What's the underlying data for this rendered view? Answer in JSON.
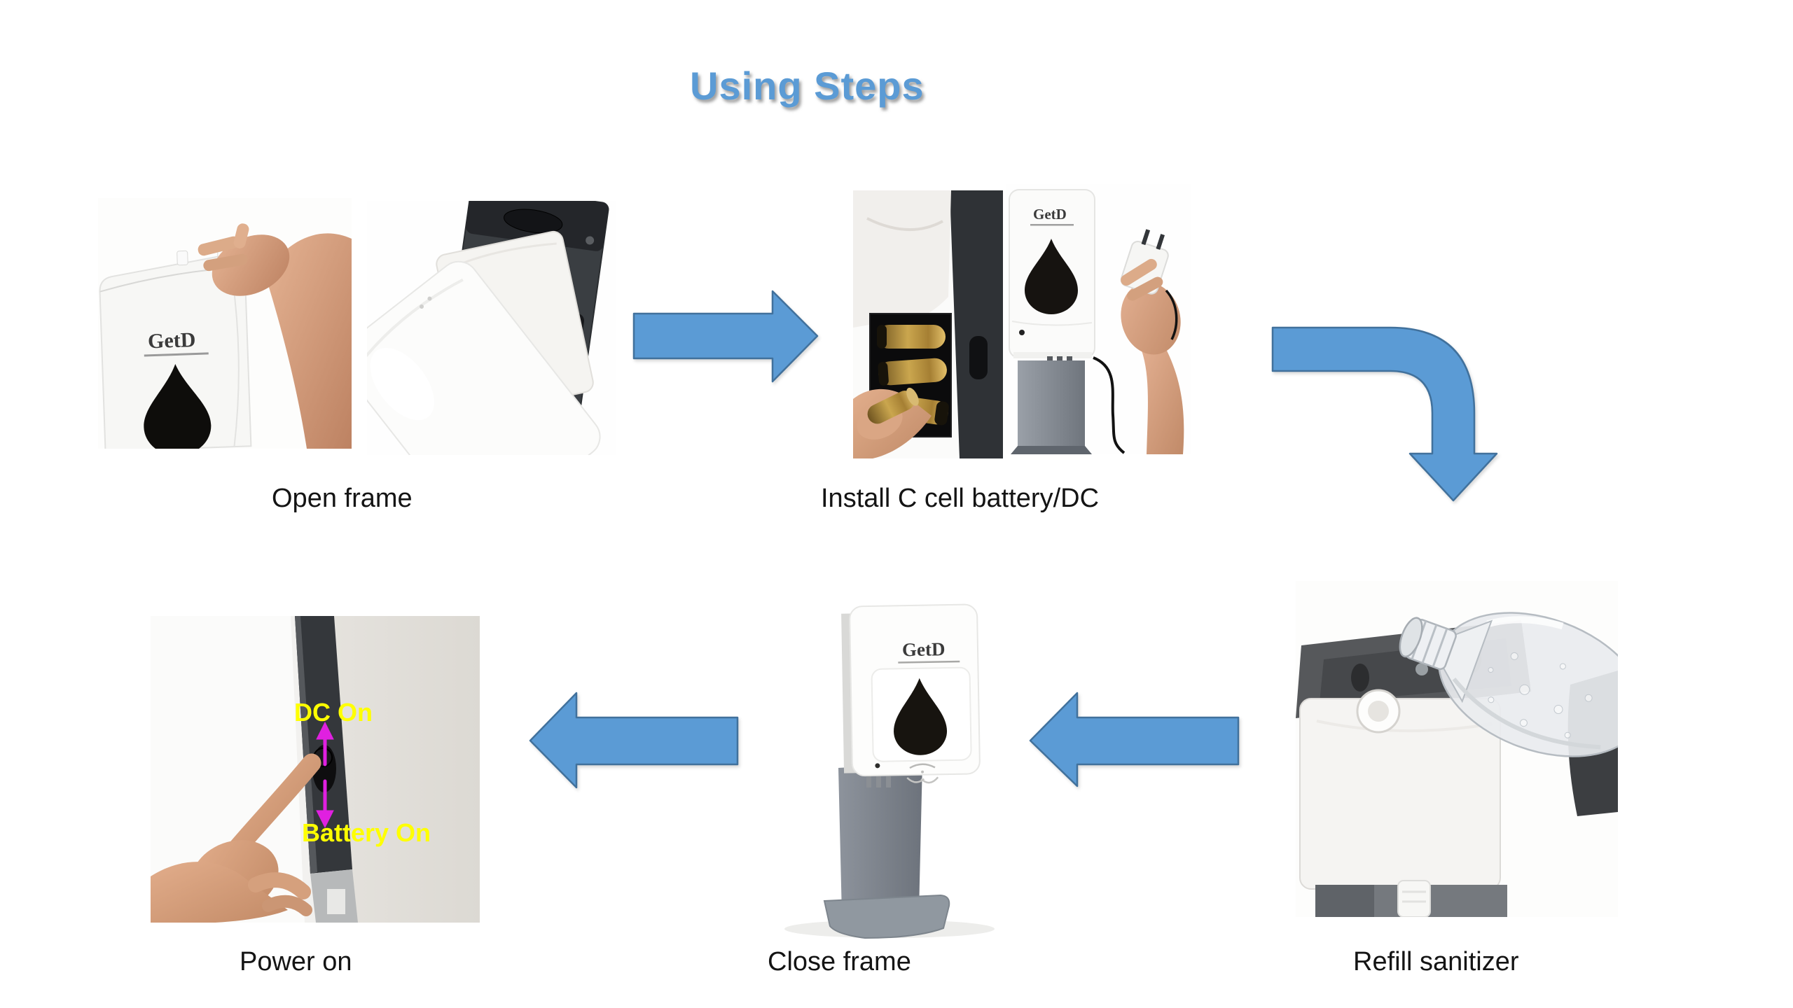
{
  "title": "Using Steps",
  "brand": {
    "logo": "GetD"
  },
  "steps": {
    "open_frame": {
      "caption": "Open frame"
    },
    "install_battery": {
      "caption": "Install C cell battery/DC"
    },
    "refill": {
      "caption": "Refill sanitizer"
    },
    "close_frame": {
      "caption": "Close frame"
    },
    "power_on": {
      "caption": "Power on",
      "dc_label": "DC On",
      "battery_label": "Battery On"
    }
  },
  "colors": {
    "accent_blue": "#5B9BD5",
    "arrow_border": "#41719C",
    "caption_text": "#141414",
    "overlay_yellow": "#FFFF00",
    "overlay_magenta": "#E020E0"
  }
}
